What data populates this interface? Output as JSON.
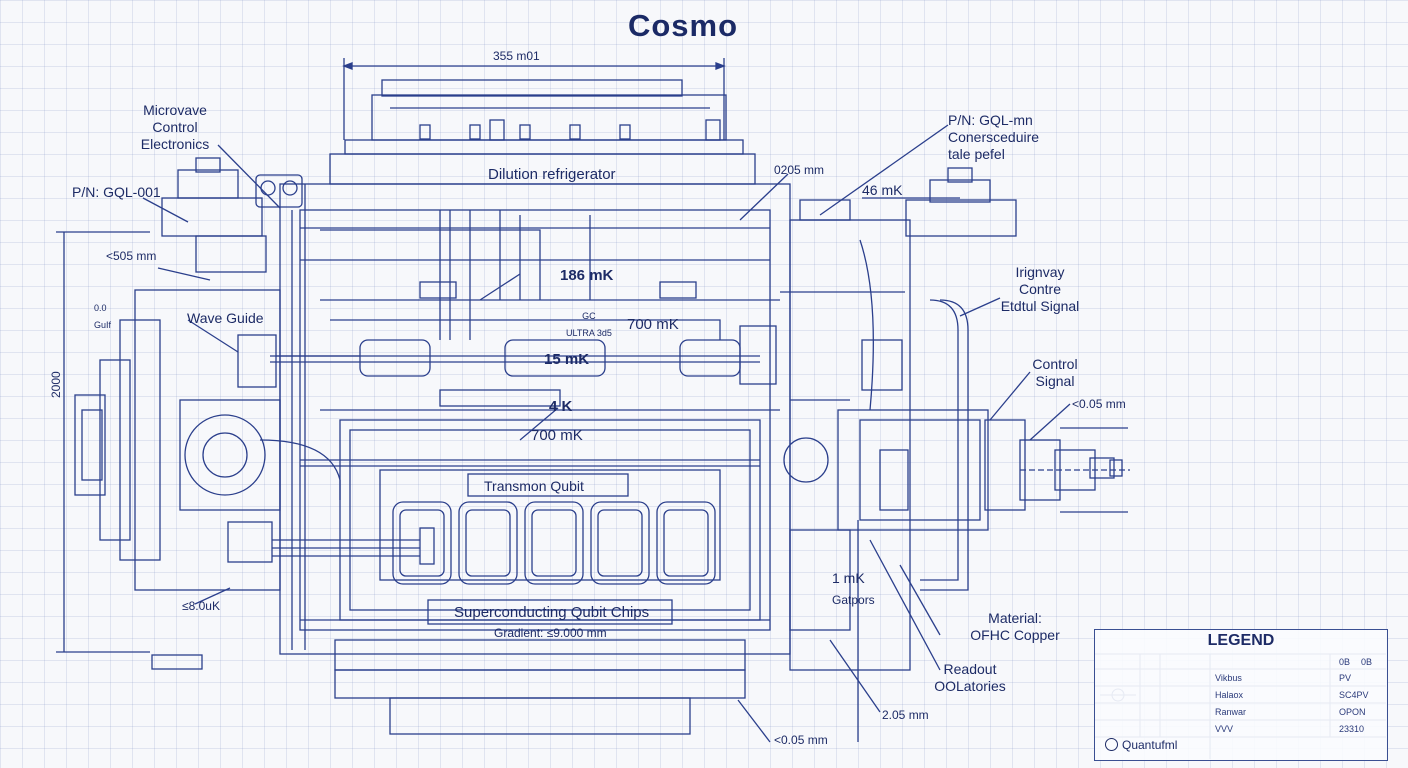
{
  "title": "Cosmo",
  "dimensions": {
    "top": "355 m01",
    "left_height": "2000",
    "d1": "0205 mm",
    "d2": "<505 mm",
    "d3": "<0.05 mm",
    "d4": "<0.05 mm",
    "d5": "2.05 mm",
    "d6": "≤8.0uK",
    "d7": "Gradient: ≤9.000 mm"
  },
  "labels": {
    "microwave": "Microvave\nControl\nElectronics",
    "pn_left": "P/N: GQL-001",
    "wave_guide": "Wave Guide",
    "tiny_left": "0.0\nGuIf",
    "tiny_center": "GC\nULTRA 3d5",
    "dilution": "Dilution refrigerator",
    "t186": "186 mK",
    "t700a": "700 mK",
    "t15": "15 mK",
    "t4": "4 K",
    "t700b": "700 mK",
    "transmon": "Transmon Qubit",
    "chips": "Superconducting Qubit Chips",
    "pn_right": "P/N: GQL-mn\nConersceduire\ntale pefel",
    "t46": "46 mK",
    "intraway": "Irignvay\nContre\nEtdtul Signal",
    "control": "Control\nSignal",
    "t1": "1 mK",
    "gatpors": "Gatpors",
    "material": "Material:\nOFHC Copper",
    "readout": "Readout\nOOLatories"
  },
  "legend": {
    "title": "LEGEND",
    "header": [
      "0B",
      "0B"
    ],
    "rows": [
      {
        "name": "Vikbus",
        "value": "PV"
      },
      {
        "name": "Halaox",
        "value": "SC4PV"
      },
      {
        "name": "Ranwar",
        "value": "OPON"
      },
      {
        "name": "VVV",
        "value": "23310"
      }
    ],
    "footer": "Quantufml"
  },
  "colors": {
    "ink": "#233a8a",
    "ink_dark": "#1d2b66",
    "paper": "#f7f8fb"
  }
}
